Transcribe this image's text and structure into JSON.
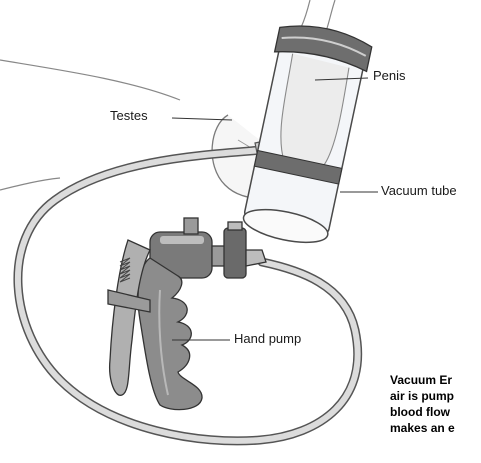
{
  "labels": {
    "penis": "Penis",
    "testes": "Testes",
    "vacuum_tube": "Vacuum tube",
    "hand_pump": "Hand pump"
  },
  "caption": {
    "lines": [
      "Vacuum Er",
      "air is pump",
      "blood flow",
      "makes an e"
    ]
  },
  "colors": {
    "line": "#444444",
    "tube_glass": "#f2f4f7",
    "tube_band": "#6d6d6d",
    "hose": "#d6d6d6",
    "pump_body": "#7a7a7a",
    "pump_light": "#bdbdbd"
  }
}
